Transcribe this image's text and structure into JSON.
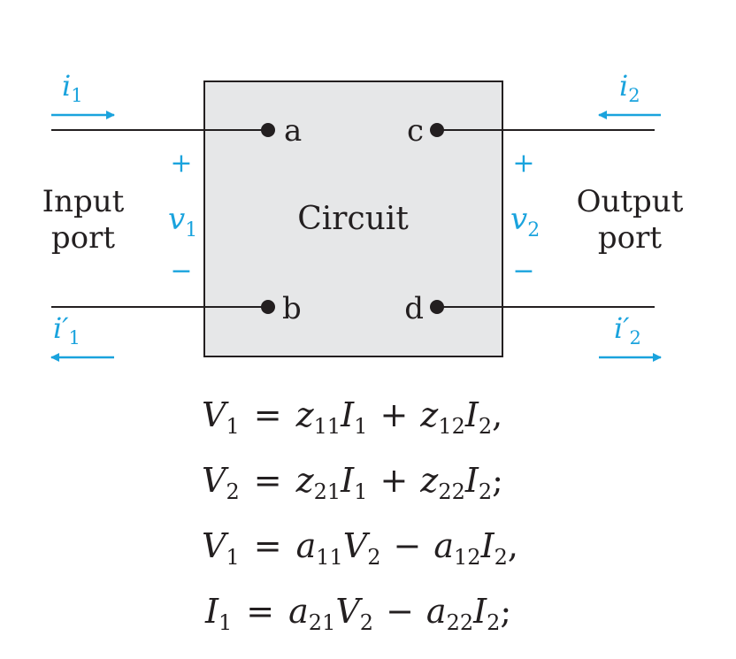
{
  "circuit": {
    "box_label": "Circuit",
    "input_port_label_1": "Input",
    "input_port_label_2": "port",
    "output_port_label_1": "Output",
    "output_port_label_2": "port",
    "terminals": {
      "a": "a",
      "b": "b",
      "c": "c",
      "d": "d"
    },
    "plus_sign": "+",
    "minus_sign": "−",
    "currents": {
      "i1": {
        "sym": "i",
        "sub": "1"
      },
      "i1p": {
        "sym": "i′",
        "sub": "1"
      },
      "i2": {
        "sym": "i",
        "sub": "2"
      },
      "i2p": {
        "sym": "i′",
        "sub": "2"
      }
    },
    "voltages": {
      "v1": {
        "sym": "v",
        "sub": "1"
      },
      "v2": {
        "sym": "v",
        "sub": "2"
      }
    },
    "colors": {
      "accent": "#1aa3dd",
      "line": "#231f20",
      "box_fill": "#e6e7e8"
    }
  },
  "equations": [
    {
      "lhs": {
        "sym": "V",
        "sub": "1"
      },
      "eq": "=",
      "t1": {
        "sym1": "z",
        "sub1": "11",
        "sym2": "I",
        "sub2": "1"
      },
      "op": "+",
      "t2": {
        "sym1": "z",
        "sub1": "12",
        "sym2": "I",
        "sub2": "2"
      },
      "end": ","
    },
    {
      "lhs": {
        "sym": "V",
        "sub": "2"
      },
      "eq": "=",
      "t1": {
        "sym1": "z",
        "sub1": "21",
        "sym2": "I",
        "sub2": "1"
      },
      "op": "+",
      "t2": {
        "sym1": "z",
        "sub1": "22",
        "sym2": "I",
        "sub2": "2"
      },
      "end": ";"
    },
    {
      "lhs": {
        "sym": "V",
        "sub": "1"
      },
      "eq": "=",
      "t1": {
        "sym1": "a",
        "sub1": "11",
        "sym2": "V",
        "sub2": "2"
      },
      "op": "−",
      "t2": {
        "sym1": "a",
        "sub1": "12",
        "sym2": "I",
        "sub2": "2"
      },
      "end": ","
    },
    {
      "lhs": {
        "sym": "I",
        "sub": "1"
      },
      "eq": "=",
      "t1": {
        "sym1": "a",
        "sub1": "21",
        "sym2": "V",
        "sub2": "2"
      },
      "op": "−",
      "t2": {
        "sym1": "a",
        "sub1": "22",
        "sym2": "I",
        "sub2": "2"
      },
      "end": ";"
    }
  ]
}
